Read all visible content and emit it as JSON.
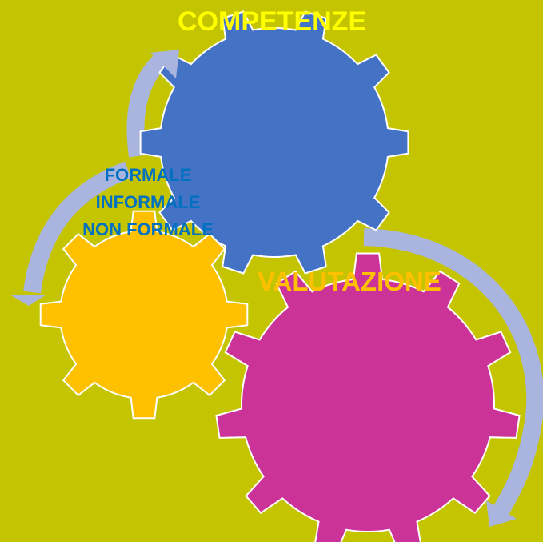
{
  "labels": {
    "competenze": "COMPETENZE",
    "valutazione": "VALUTAZIONE",
    "apprendimento": [
      "FORMALE",
      "INFORMALE",
      "NON FORMALE"
    ]
  },
  "colors": {
    "background": "#c4c400",
    "gear_top": "#4472c4",
    "gear_left": "#ffc000",
    "gear_bottom": "#cc3399",
    "arrows": "#a9b5df",
    "text_competenze": "#ffff00",
    "text_valutazione": "#ffc000",
    "text_apprendimento": "#0070c0",
    "outline": "#ffffff"
  }
}
